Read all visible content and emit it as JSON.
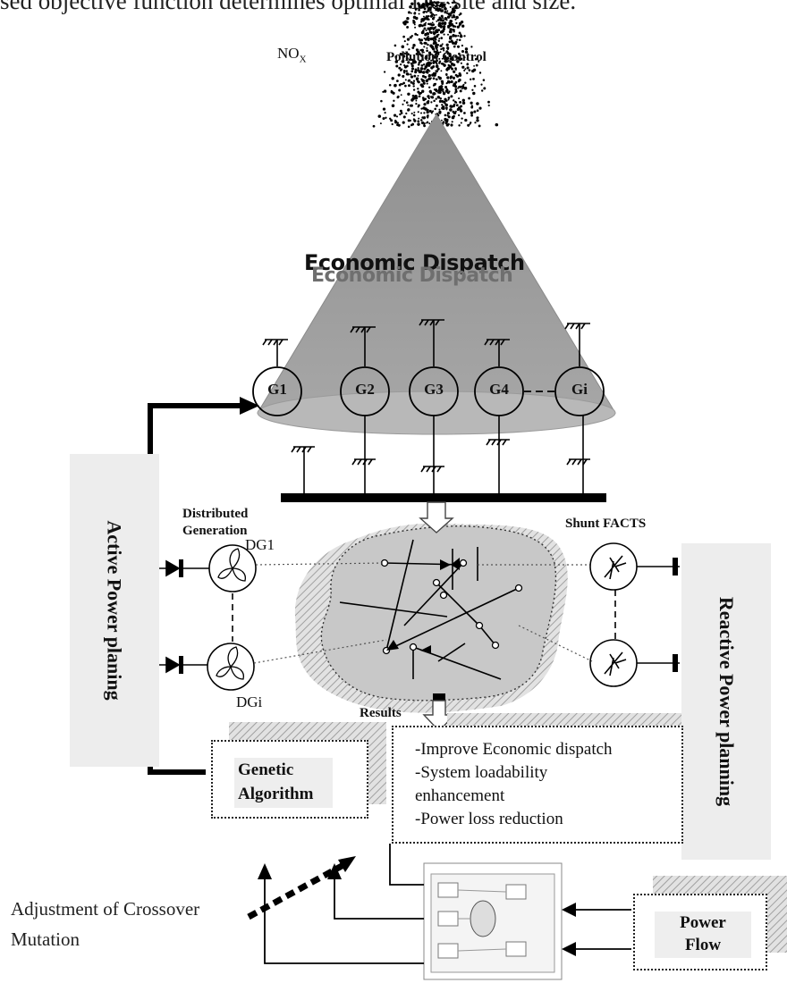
{
  "caption": "sed objective function determines optimal DG site and size.",
  "nox_label": "NO",
  "nox_sub": "X",
  "pollution_label": "Pollution Control",
  "cone_label": "Economic Dispatch",
  "generators": [
    "G1",
    "G2",
    "G3",
    "G4",
    "Gi"
  ],
  "active_power_label": "Active Power planing",
  "reactive_power_label": "Reactive Power planning",
  "dg_heading": [
    "Distributed",
    "Generation"
  ],
  "dg1_label": "DG1",
  "dgi_label": "DGi",
  "shunt_label": "Shunt FACTS",
  "results_label": "Results",
  "results_items": [
    "-Improve Economic dispatch",
    "-System loadability",
    "enhancement",
    "-Power loss reduction"
  ],
  "ga_label": [
    "Genetic",
    "Algorithm"
  ],
  "power_flow_label": [
    "Power",
    "Flow"
  ],
  "adjustment_label": [
    "Adjustment of Crossover",
    "Mutation"
  ],
  "colors": {
    "cone": "#9a9a9a",
    "panel": "#ededed",
    "network": "#c8c8c8",
    "hatch": "#bdbdbd"
  }
}
